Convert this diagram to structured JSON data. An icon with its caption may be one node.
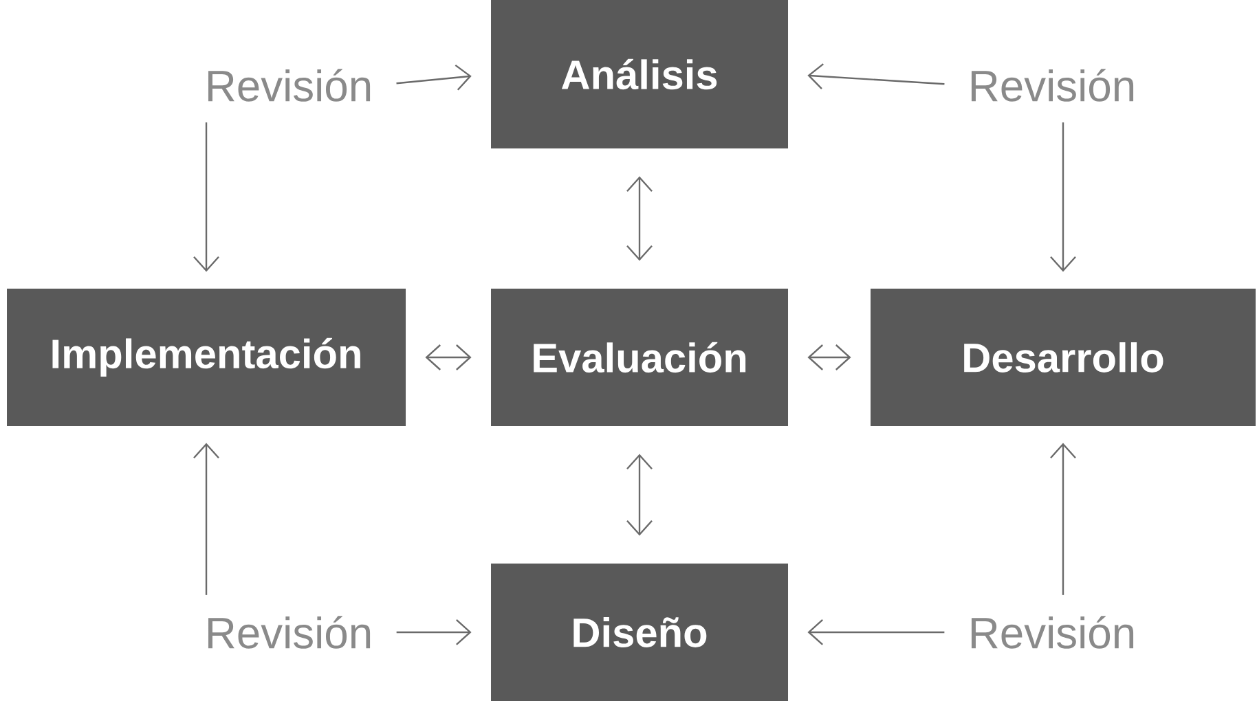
{
  "diagram": {
    "nodes": [
      {
        "text": [
          "Revisión"
        ]
      },
      {
        "text": [
          "Análisis"
        ]
      },
      {
        "text": [
          "Revisión"
        ]
      },
      {
        "text": [
          "Implementación"
        ]
      },
      {
        "text": [
          "Evaluación"
        ]
      },
      {
        "text": [
          "Desarrollo"
        ]
      },
      {
        "text": [
          "Revisión"
        ]
      },
      {
        "text": [
          "Diseño"
        ]
      },
      {
        "text": [
          "Revisión"
        ]
      }
    ],
    "edges": [
      {
        "from": 0,
        "to": 1,
        "arrow": "to"
      },
      {
        "from": 2,
        "to": 1,
        "arrow": "to"
      },
      {
        "from": 0,
        "to": 3,
        "arrow": "to"
      },
      {
        "from": 2,
        "to": 5,
        "arrow": "to"
      },
      {
        "from": 1,
        "to": 4,
        "arrow": "both"
      },
      {
        "from": 3,
        "to": 4,
        "arrow": "both"
      },
      {
        "from": 4,
        "to": 5,
        "arrow": "both"
      },
      {
        "from": 4,
        "to": 7,
        "arrow": "both"
      },
      {
        "from": 6,
        "to": 3,
        "arrow": "to"
      },
      {
        "from": 8,
        "to": 5,
        "arrow": "to"
      },
      {
        "from": 6,
        "to": 7,
        "arrow": "to"
      },
      {
        "from": 8,
        "to": 7,
        "arrow": "to"
      }
    ]
  }
}
